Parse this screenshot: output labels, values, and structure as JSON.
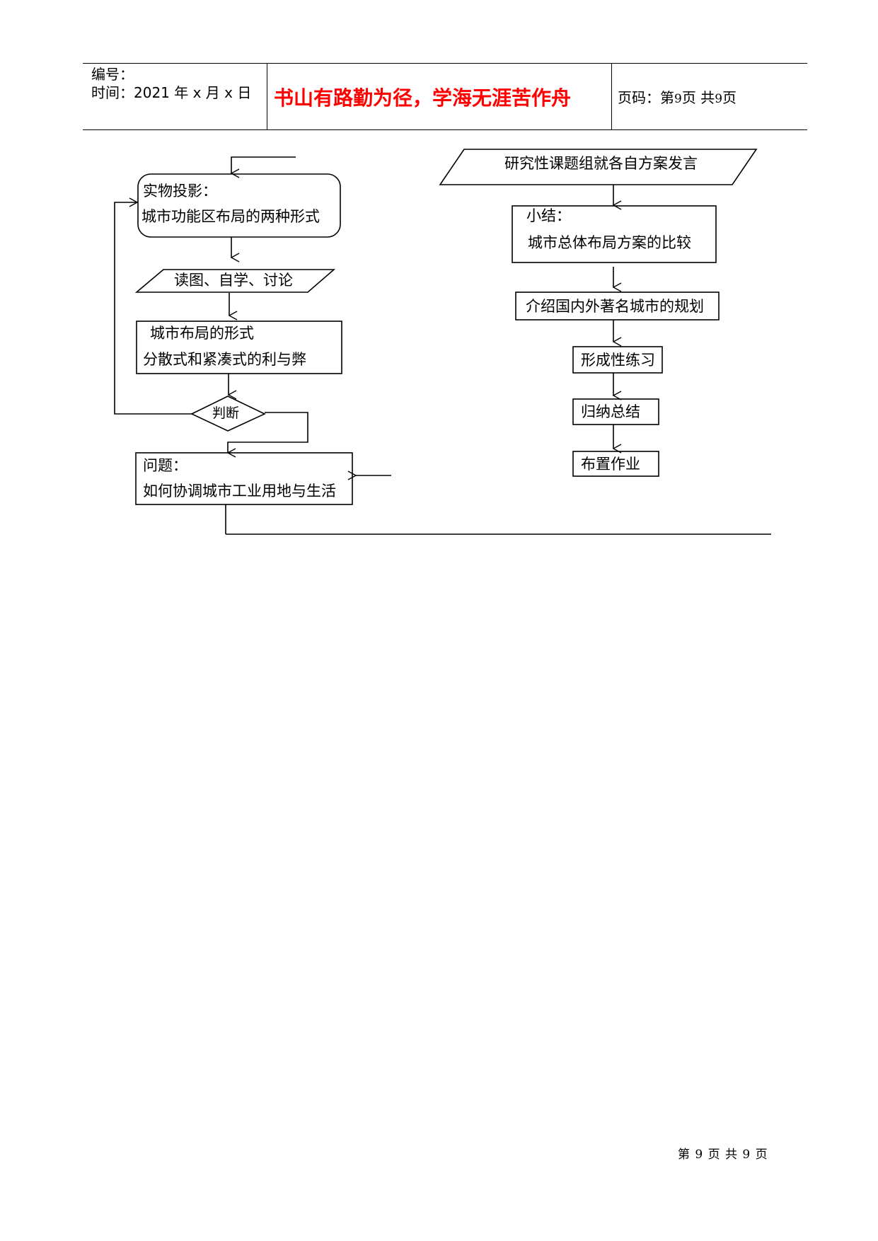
{
  "header": {
    "number_label": "编号：",
    "time_label": "时间：2021 年 x 月 x 日",
    "motto": "书山有路勤为径，学海无涯苦作舟",
    "page_prefix": "页码：第",
    "page_num": "9",
    "page_mid": "页  共",
    "page_total": "9",
    "page_suffix": "页"
  },
  "flow_left": {
    "projection_title": "实物投影：",
    "projection_text": "城市功能区布局的两种形式",
    "read_discuss": "读图、自学、讨论",
    "form_title": "城市布局的形式",
    "form_text": "分散式和紧凑式的利与弊",
    "judge": "判断",
    "question_title": "问题：",
    "question_text": "如何协调城市工业用地与生活"
  },
  "flow_right": {
    "group_speech": "研究性课题组就各自方案发言",
    "summary_title": "小结：",
    "summary_text": "城市总体布局方案的比较",
    "intro_plans": "介绍国内外著名城市的规划",
    "practice": "形成性练习",
    "conclusion": "归纳总结",
    "homework": "布置作业"
  },
  "footer": {
    "page_footer": "第 9 页 共 9 页"
  }
}
